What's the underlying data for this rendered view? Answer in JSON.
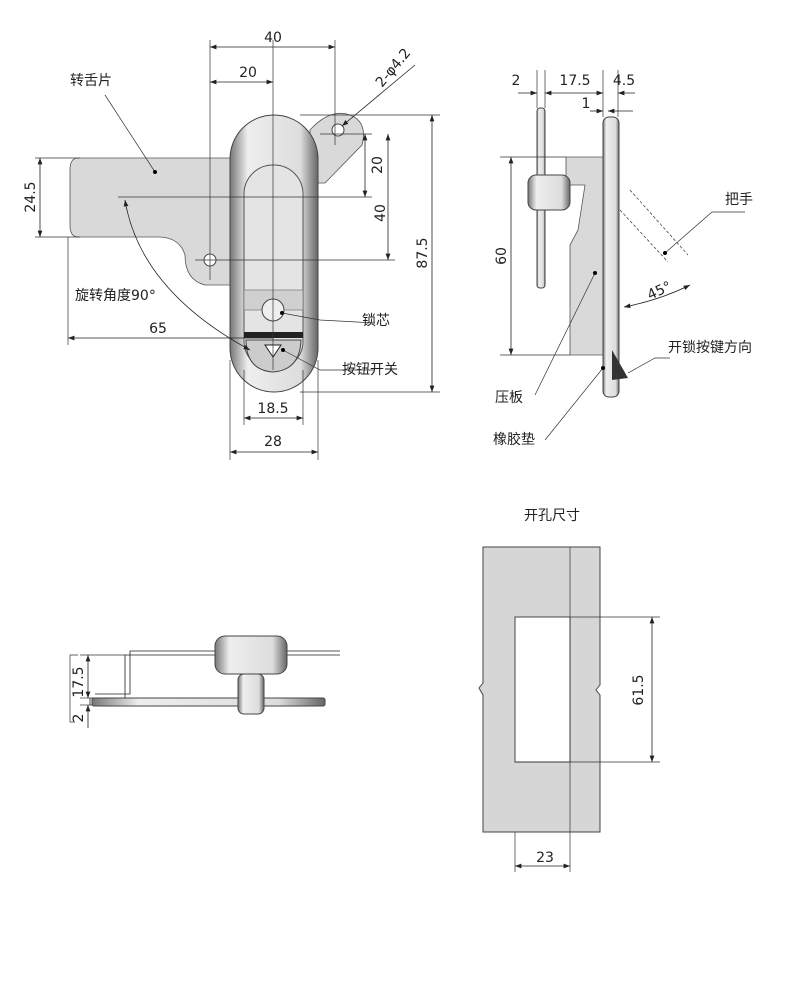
{
  "front_view": {
    "dims": {
      "width_40": "40",
      "half_20": "20",
      "holes": "2-φ4.2",
      "height_24_5": "24.5",
      "hole_20": "20",
      "hole_40": "40",
      "height_87_5": "87.5",
      "length_65": "65",
      "slot_18_5": "18.5",
      "width_28": "28"
    },
    "labels": {
      "tongue": "转舌片",
      "rotation": "旋转角度90°",
      "lock_core": "锁芯",
      "button": "按钮开关"
    }
  },
  "side_view": {
    "dims": {
      "d2": "2",
      "d17_5": "17.5",
      "d4_5": "4.5",
      "d1": "1",
      "d60": "60",
      "angle": "45°"
    },
    "labels": {
      "handle": "把手",
      "unlock_dir": "开锁按键方向",
      "press_plate": "压板",
      "gasket": "橡胶垫"
    }
  },
  "bottom_view": {
    "dims": {
      "d17_5": "17.5",
      "d2": "2"
    }
  },
  "cutout_view": {
    "title": "开孔尺寸",
    "dims": {
      "height": "61.5",
      "width": "23"
    }
  }
}
